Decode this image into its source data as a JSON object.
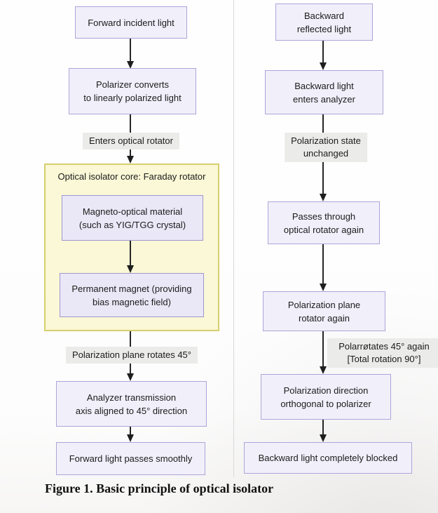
{
  "caption": "Figure 1. Basic principle of optical isolator",
  "left": {
    "forward_incident": "Forward incident light",
    "polarizer_converts": "Polarizer converts\nto linearly polarized light",
    "enters_rotator": "Enters optical rotator",
    "core_group": {
      "title": "Optical isolator core: Faraday rotator",
      "magneto_material": "Magneto-optical material\n(such as YIG/TGG crystal)",
      "permanent_magnet": "Permanent magnet (providing\nbias magnetic field)"
    },
    "plane_rotates": "Polarization plane rotates 45°",
    "analyzer_axis": "Analyzer transmission\naxis aligned to 45° direction",
    "passes_smoothly": "Forward light passes smoothly"
  },
  "right": {
    "backward_reflected": "Backward\nreflected light",
    "enters_analyzer": "Backward light\nenters analyzer",
    "state_unchanged": "Polarization state\nunchanged",
    "passes_again": "Passes through\noptical rotator again",
    "rotator_again": "Polarization plane\nrotator again",
    "rotates_again": "Polarrøtates 45° again\n[Total rotation 90°]",
    "orthogonal": "Polarization direction\northogonal to polarizer",
    "blocked": "Backward light completely blocked"
  },
  "colors": {
    "box_fill": "#f1effa",
    "box_border": "#aea5d9",
    "inner_box_fill": "#eae8f7",
    "inner_box_border": "#a096cf",
    "group_fill": "#faf8d6",
    "group_border": "#d6cf6e",
    "label_bg": "#ebebe9",
    "arrow": "#1e1e1e",
    "divider": "#d9d9d9",
    "text": "#1b1b1b"
  }
}
